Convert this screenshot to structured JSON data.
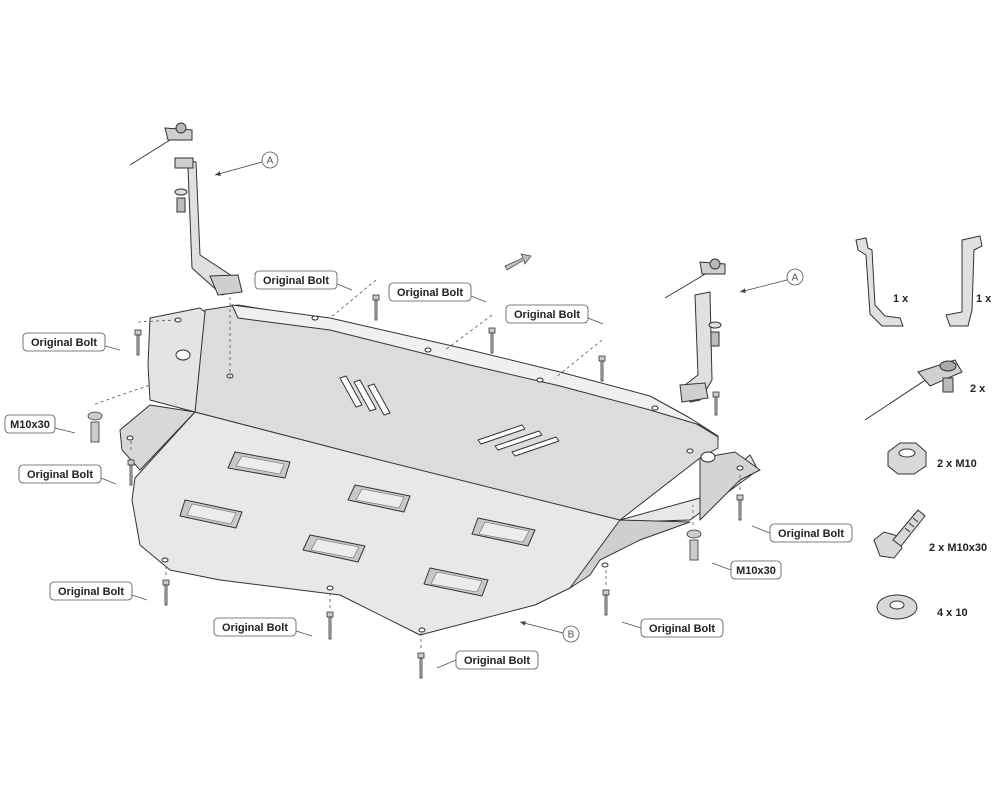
{
  "diagram": {
    "labels": {
      "original_bolt": "Original Bolt",
      "m10x30": "M10x30"
    },
    "callouts": {
      "a": "A",
      "b": "B"
    },
    "parts_list": [
      {
        "qty": "1 x",
        "part": "left bracket"
      },
      {
        "qty": "1 x",
        "part": "right bracket"
      },
      {
        "qty": "2 x",
        "part": "cable fastener"
      },
      {
        "qty": "2 x M10",
        "part": "nut"
      },
      {
        "qty": "2 x M10x30",
        "part": "bolt"
      },
      {
        "qty": "4 x 10",
        "part": "washer"
      }
    ]
  }
}
